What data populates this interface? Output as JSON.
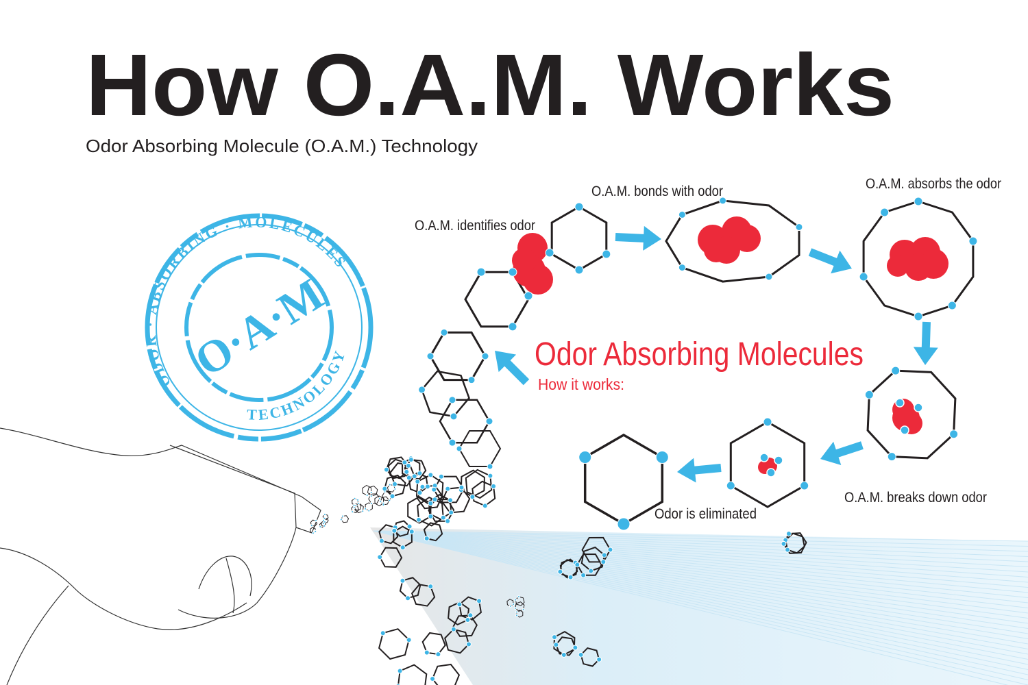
{
  "header": {
    "title": "How O.A.M. Works",
    "subtitle": "Odor Absorbing Molecule (O.A.M.) Technology"
  },
  "stamp": {
    "ring_text": "ODOR · ABSORBING · MOLECULES",
    "bottom_text": "TECHNOLOGY",
    "center_text": "O·A·M"
  },
  "diagram": {
    "heading": "Odor Absorbing Molecules",
    "subheading": "How it works:",
    "steps": [
      {
        "label": "O.A.M. identifies odor"
      },
      {
        "label": "O.A.M. bonds with odor"
      },
      {
        "label": "O.A.M. absorbs the odor"
      },
      {
        "label": "O.A.M. breaks down odor"
      },
      {
        "label": "Odor is eliminated"
      }
    ]
  },
  "colors": {
    "blue": "#3db5e6",
    "red": "#ec2a3a",
    "ink": "#231f20"
  }
}
